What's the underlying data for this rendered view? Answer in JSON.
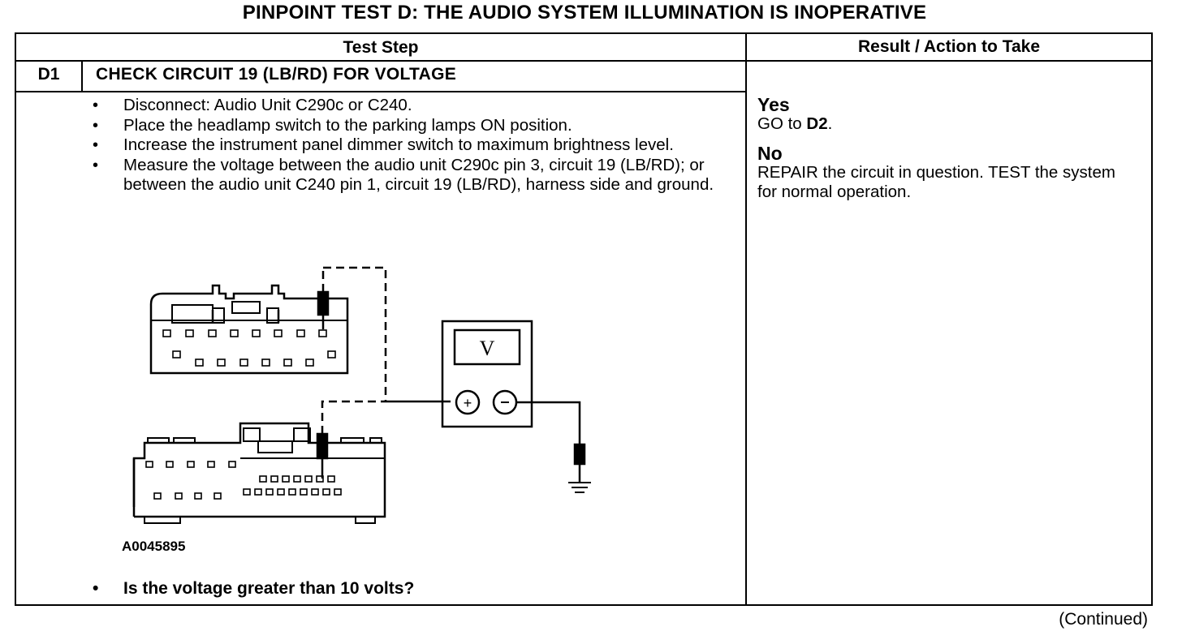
{
  "page_title": "PINPOINT TEST D: THE AUDIO SYSTEM ILLUMINATION IS INOPERATIVE",
  "table": {
    "header_test_step": "Test Step",
    "header_result": "Result / Action to Take",
    "step_id": "D1",
    "step_title": "CHECK CIRCUIT 19 (LB/RD) FOR VOLTAGE",
    "instructions": [
      "Disconnect: Audio Unit C290c or C240.",
      "Place the headlamp switch to the parking lamps ON position.",
      "Increase the instrument panel dimmer switch to maximum brightness level.",
      "Measure the voltage between the audio unit C290c pin 3, circuit 19 (LB/RD); or between the audio unit C240 pin 1, circuit 19 (LB/RD), harness side and ground."
    ],
    "figure_id": "A0045895",
    "question": "Is the voltage greater than 10 volts?",
    "results": {
      "yes_label": "Yes",
      "yes_action_prefix": "GO to ",
      "yes_action_target": "D2",
      "yes_action_suffix": ".",
      "no_label": "No",
      "no_action": "REPAIR the circuit in question. TEST the system for normal operation."
    }
  },
  "meter": {
    "display": "V",
    "plus": "+",
    "minus": "−"
  },
  "footer": {
    "continued": "(Continued)"
  }
}
